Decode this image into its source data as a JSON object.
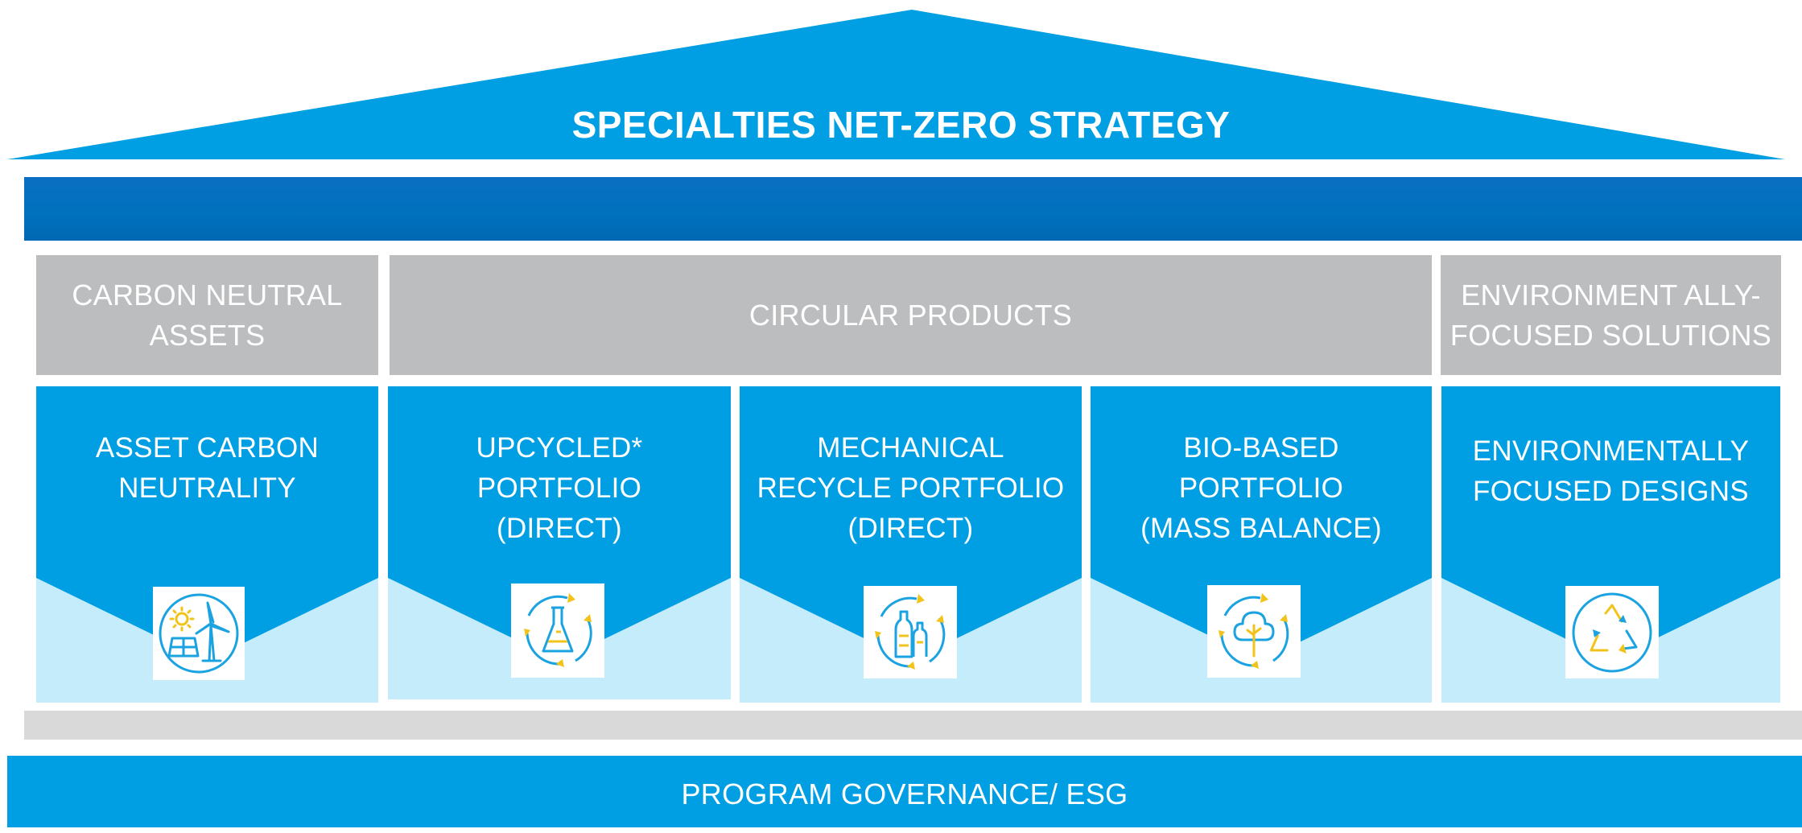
{
  "title": "SPECIALTIES NET-ZERO STRATEGY",
  "categories": [
    {
      "lines": [
        "CARBON NEUTRAL",
        "ASSETS"
      ]
    },
    {
      "lines": [
        "CIRCULAR PRODUCTS"
      ]
    },
    {
      "lines": [
        "ENVIRONMENT ALLY-",
        "FOCUSED SOLUTIONS"
      ]
    }
  ],
  "pillars": [
    {
      "lines": [
        "ASSET CARBON",
        "NEUTRALITY"
      ],
      "icon": "solar-wind-icon"
    },
    {
      "lines": [
        "UPCYCLED*",
        "PORTFOLIO",
        "(DIRECT)"
      ],
      "icon": "flask-cycle-icon"
    },
    {
      "lines": [
        "MECHANICAL",
        "RECYCLE PORTFOLIO",
        "(DIRECT)"
      ],
      "icon": "bottles-cycle-icon"
    },
    {
      "lines": [
        "BIO-BASED",
        "PORTFOLIO",
        "(MASS BALANCE)"
      ],
      "icon": "tree-cycle-icon"
    },
    {
      "lines": [
        "ENVIRONMENTALLY",
        "FOCUSED DESIGNS"
      ],
      "icon": "recycle-icon"
    }
  ],
  "footer": "PROGRAM GOVERNANCE/ ESG",
  "colors": {
    "roof": "#009fe3",
    "beam": "#0071bd",
    "category": "#bcbdbf",
    "pillar": "#009fe3",
    "pillar_light": "#c5ecfb",
    "icon_blue": "#1aa3e0",
    "icon_yellow": "#f2c318"
  }
}
